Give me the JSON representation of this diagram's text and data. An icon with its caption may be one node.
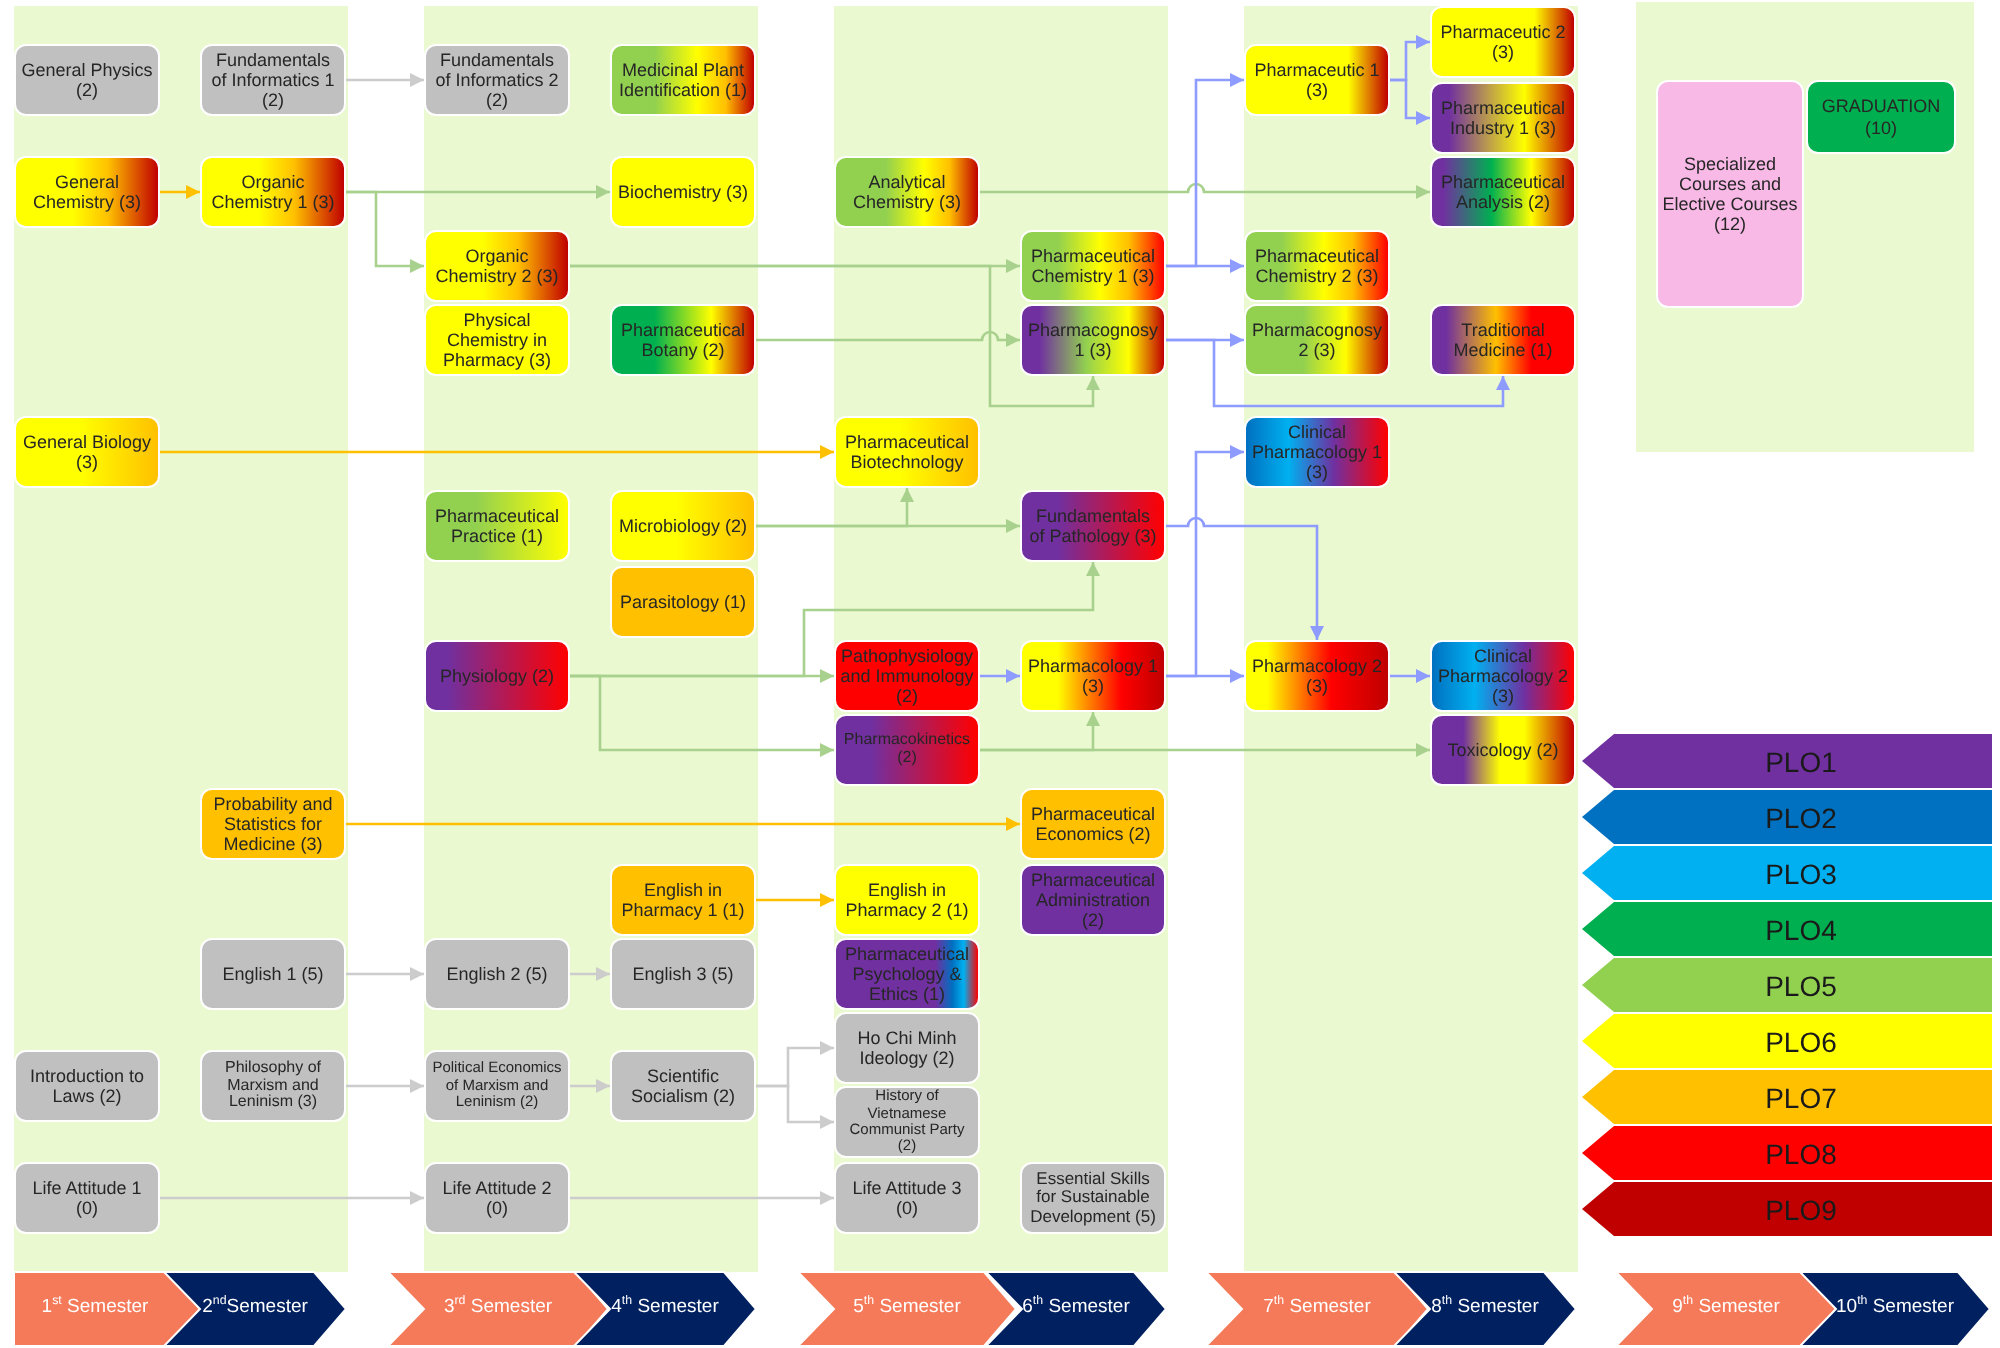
{
  "diagram": {
    "nodes": [
      {
        "text": [
          "General Physics (2)"
        ]
      },
      {
        "text": [
          "General Chemistry (3)"
        ]
      },
      {
        "text": [
          "General Biology (3)"
        ]
      },
      {
        "text": [
          "Introduction to Laws (2)"
        ]
      },
      {
        "text": [
          "Life Attitude 1 (0)"
        ]
      },
      {
        "text": [
          "Fundamentals of Informatics 1 (2)"
        ]
      },
      {
        "text": [
          "Organic Chemistry 1 (3)"
        ]
      },
      {
        "text": [
          "Probability and Statistics for Medicine (3)"
        ]
      },
      {
        "text": [
          "English 1 (5)"
        ]
      },
      {
        "text": [
          "Philosophy of Marxism and Leninism (3)"
        ]
      },
      {
        "text": [
          "Fundamentals of Informatics 2 (2)"
        ]
      },
      {
        "text": [
          "Organic Chemistry 2 (3)"
        ]
      },
      {
        "text": [
          "Physical Chemistry in Pharmacy (3)"
        ]
      },
      {
        "text": [
          "Pharmaceutical Practice (1)"
        ]
      },
      {
        "text": [
          "Physiology (2)"
        ]
      },
      {
        "text": [
          "English 2 (5)"
        ]
      },
      {
        "text": [
          "Political Economics of Marxism and Leninism (2)"
        ]
      },
      {
        "text": [
          "Life Attitude 2 (0)"
        ]
      },
      {
        "text": [
          "Medicinal Plant Identification (1)"
        ]
      },
      {
        "text": [
          "Biochemistry (3)"
        ]
      },
      {
        "text": [
          "Pharmaceutical Botany (2)"
        ]
      },
      {
        "text": [
          "Microbiology (2)"
        ]
      },
      {
        "text": [
          "Parasitology (1)"
        ]
      },
      {
        "text": [
          "English in Pharmacy 1 (1)"
        ]
      },
      {
        "text": [
          "English 3 (5)"
        ]
      },
      {
        "text": [
          "Scientific Socialism (2)"
        ]
      },
      {
        "text": [
          "Analytical Chemistry (3)"
        ]
      },
      {
        "text": [
          "Pharmaceutical Biotechnology"
        ]
      },
      {
        "text": [
          "Pathophysiology and Immunology (2)"
        ]
      },
      {
        "text": [
          "Pharmacokinetics (2)"
        ]
      },
      {
        "text": [
          "English in Pharmacy 2 (1)"
        ]
      },
      {
        "text": [
          "Pharmaceutical Psychology & Ethics (1)"
        ]
      },
      {
        "text": [
          "Ho Chi Minh Ideology (2)"
        ]
      },
      {
        "text": [
          "History of Vietnamese Communist Party (2)"
        ]
      },
      {
        "text": [
          "Life Attitude 3 (0)"
        ]
      },
      {
        "text": [
          "Pharmaceutical Chemistry 1 (3)"
        ]
      },
      {
        "text": [
          "Pharmacognosy 1 (3)"
        ]
      },
      {
        "text": [
          "Fundamentals of Pathology (3)"
        ]
      },
      {
        "text": [
          "Pharmacology 1 (3)"
        ]
      },
      {
        "text": [
          "Pharmaceutical Economics (2)"
        ]
      },
      {
        "text": [
          "Pharmaceutical Administration (2)"
        ]
      },
      {
        "text": [
          "Essential Skills for Sustainable Development (5)"
        ]
      },
      {
        "text": [
          "Pharmaceutic 1 (3)"
        ]
      },
      {
        "text": [
          "Pharmaceutical Chemistry 2 (3)"
        ]
      },
      {
        "text": [
          "Pharmacognosy 2 (3)"
        ]
      },
      {
        "text": [
          "Clinical Pharmacology 1 (3)"
        ]
      },
      {
        "text": [
          "Pharmacology 2 (3)"
        ]
      },
      {
        "text": [
          "Pharmaceutic 2 (3)"
        ]
      },
      {
        "text": [
          "Pharmaceutical Industry 1 (3)"
        ]
      },
      {
        "text": [
          "Pharmaceutical Analysis (2)"
        ]
      },
      {
        "text": [
          "Traditional Medicine (1)"
        ]
      },
      {
        "text": [
          "Clinical Pharmacology 2 (3)"
        ]
      },
      {
        "text": [
          "Toxicology (2)"
        ]
      },
      {
        "text": [
          "Specialized Courses and Elective Courses (12)"
        ]
      },
      {
        "text": [
          "GRADUATION (10)"
        ]
      },
      {
        "text": [
          "1$^{st}$ Semester"
        ]
      },
      {
        "text": [
          "2$^{nd}$Semester"
        ]
      },
      {
        "text": [
          "3$^{rd}$ Semester"
        ]
      },
      {
        "text": [
          "4$^{th}$ Semester"
        ]
      },
      {
        "text": [
          "5$^{th}$ Semester"
        ]
      },
      {
        "text": [
          "6$^{th}$ Semester"
        ]
      },
      {
        "text": [
          "7$^{th}$ Semester"
        ]
      },
      {
        "text": [
          "8$^{th}$ Semester"
        ]
      },
      {
        "text": [
          "9$^{th}$ Semester"
        ]
      },
      {
        "text": [
          "10$^{th}$ Semester"
        ]
      }
    ],
    "edges": [
      {
        "from": 5,
        "to": 10,
        "arrow": "to",
        "color": "#cccccc"
      },
      {
        "from": 1,
        "to": 6,
        "arrow": "to",
        "color": "#ffc000"
      },
      {
        "from": 6,
        "to": 19,
        "arrow": "to"
      },
      {
        "from": 6,
        "to": 11,
        "arrow": "to"
      },
      {
        "from": 11,
        "to": 35,
        "arrow": "to"
      },
      {
        "from": 11,
        "to": 36,
        "arrow": "to"
      },
      {
        "from": 20,
        "to": 36,
        "arrow": "to"
      },
      {
        "from": 26,
        "to": 49,
        "arrow": "to"
      },
      {
        "from": 35,
        "to": 42,
        "arrow": "to",
        "color": "#8e9cff"
      },
      {
        "from": 35,
        "to": 43,
        "arrow": "to",
        "color": "#8e9cff"
      },
      {
        "from": 42,
        "to": 47,
        "arrow": "to",
        "color": "#8e9cff"
      },
      {
        "from": 42,
        "to": 48,
        "arrow": "to",
        "color": "#8e9cff"
      },
      {
        "from": 36,
        "to": 44,
        "arrow": "to",
        "color": "#8e9cff"
      },
      {
        "from": 36,
        "to": 50,
        "arrow": "to",
        "color": "#8e9cff"
      },
      {
        "from": 2,
        "to": 27,
        "arrow": "to",
        "color": "#ffc000"
      },
      {
        "from": 21,
        "to": 37,
        "arrow": "to"
      },
      {
        "from": 21,
        "to": 27,
        "arrow": "to"
      },
      {
        "from": 14,
        "to": 28,
        "arrow": "to"
      },
      {
        "from": 14,
        "to": 29,
        "arrow": "to"
      },
      {
        "from": 14,
        "to": 37,
        "arrow": "to"
      },
      {
        "from": 28,
        "to": 38,
        "arrow": "to",
        "color": "#8e9cff"
      },
      {
        "from": 29,
        "to": 38,
        "arrow": "to"
      },
      {
        "from": 29,
        "to": 52,
        "arrow": "to"
      },
      {
        "from": 38,
        "to": 46,
        "arrow": "to",
        "color": "#8e9cff"
      },
      {
        "from": 38,
        "to": 45,
        "arrow": "to",
        "color": "#8e9cff"
      },
      {
        "from": 37,
        "to": 46,
        "arrow": "to",
        "color": "#8e9cff"
      },
      {
        "from": 46,
        "to": 51,
        "arrow": "to",
        "color": "#8e9cff"
      },
      {
        "from": 7,
        "to": 39,
        "arrow": "to",
        "color": "#ffc000"
      },
      {
        "from": 23,
        "to": 30,
        "arrow": "to",
        "color": "#ffc000"
      },
      {
        "from": 8,
        "to": 15,
        "arrow": "to",
        "color": "#cccccc"
      },
      {
        "from": 15,
        "to": 24,
        "arrow": "to",
        "color": "#cccccc"
      },
      {
        "from": 9,
        "to": 16,
        "arrow": "to",
        "color": "#cccccc"
      },
      {
        "from": 16,
        "to": 25,
        "arrow": "to",
        "color": "#cccccc"
      },
      {
        "from": 25,
        "to": 32,
        "arrow": "to",
        "color": "#cccccc"
      },
      {
        "from": 25,
        "to": 33,
        "arrow": "to",
        "color": "#cccccc"
      },
      {
        "from": 4,
        "to": 17,
        "arrow": "to",
        "color": "#cccccc"
      },
      {
        "from": 17,
        "to": 34,
        "arrow": "to",
        "color": "#cccccc"
      }
    ],
    "legend": [
      {
        "text": "PLO1",
        "color": "#7030a0"
      },
      {
        "text": "PLO2",
        "color": "#0070c0"
      },
      {
        "text": "PLO3",
        "color": "#00b0f0"
      },
      {
        "text": "PLO4",
        "color": "#00b050"
      },
      {
        "text": "PLO5",
        "color": "#92d050"
      },
      {
        "text": "PLO6",
        "color": "#ffff00"
      },
      {
        "text": "PLO7",
        "color": "#ffc000"
      },
      {
        "text": "PLO8",
        "color": "#ff0000"
      },
      {
        "text": "PLO9",
        "color": "#c00000"
      }
    ]
  }
}
